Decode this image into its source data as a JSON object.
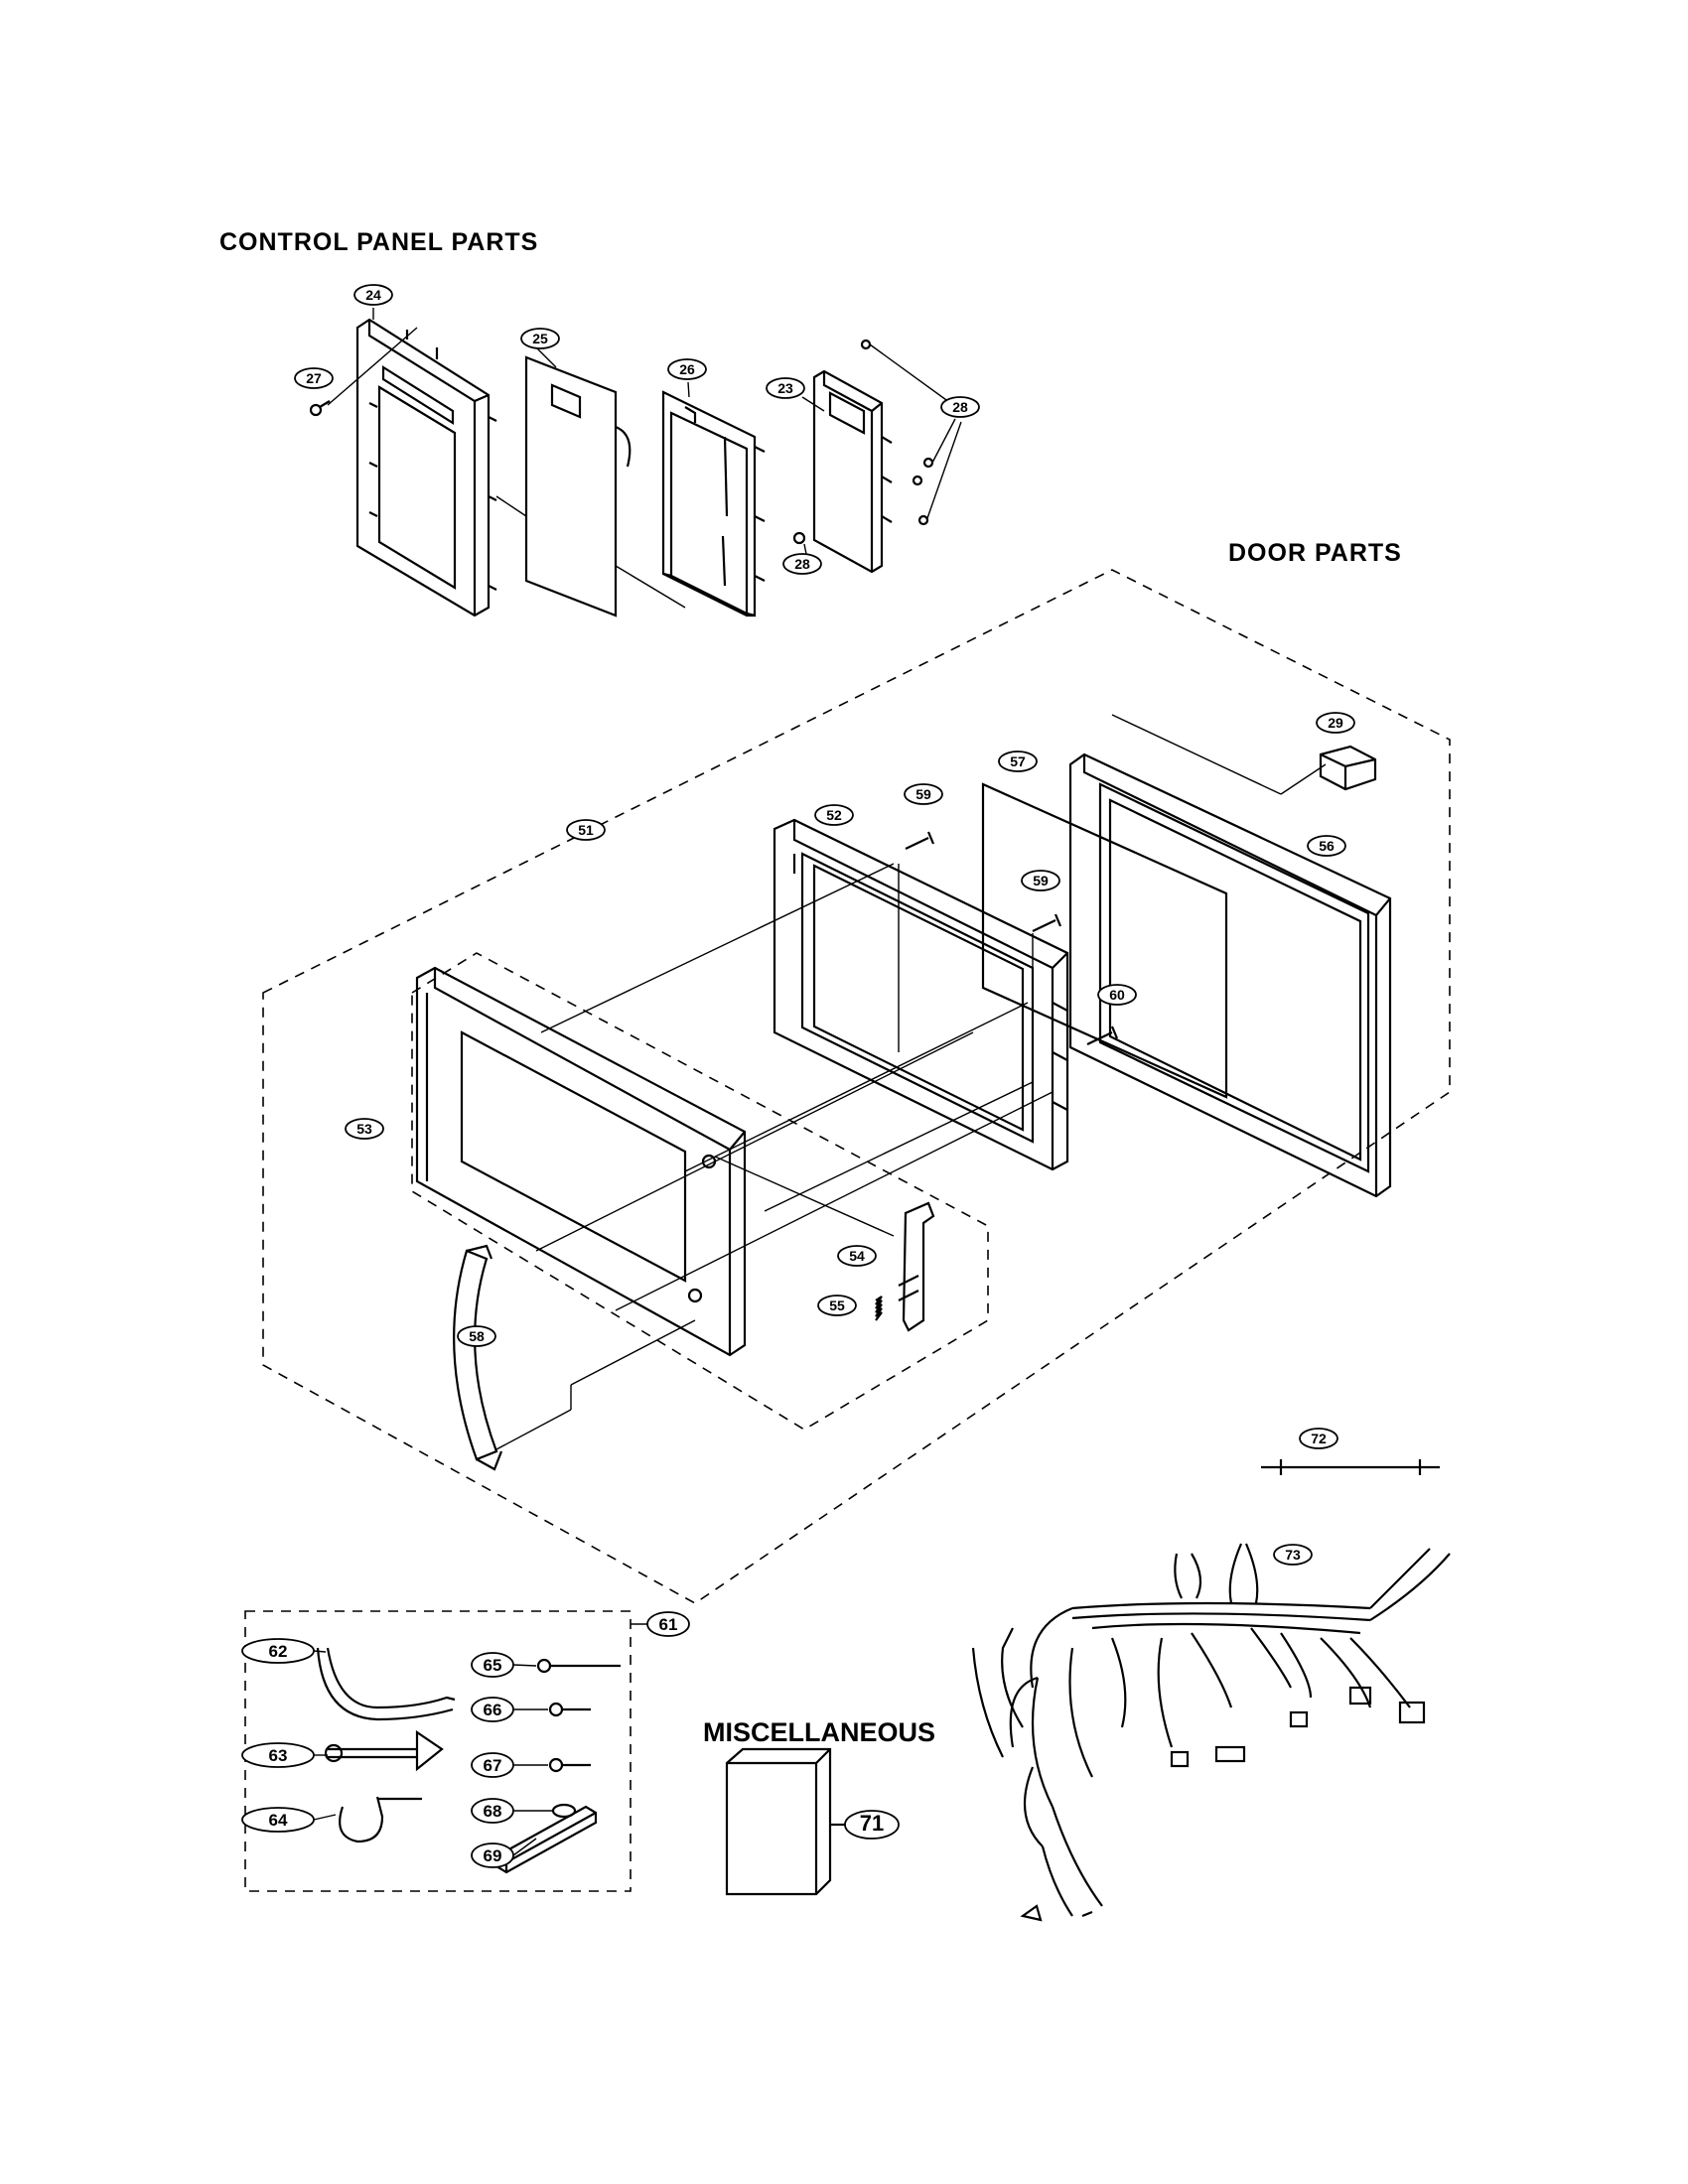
{
  "sections": {
    "control_panel": "CONTROL PANEL PARTS",
    "door": "DOOR  PARTS",
    "misc": "MISCELLANEOUS"
  },
  "callouts": [
    {
      "id": "c24",
      "text": "24"
    },
    {
      "id": "c27",
      "text": "27"
    },
    {
      "id": "c25",
      "text": "25"
    },
    {
      "id": "c26",
      "text": "26"
    },
    {
      "id": "c23",
      "text": "23"
    },
    {
      "id": "c28a",
      "text": "28"
    },
    {
      "id": "c28b",
      "text": "28"
    },
    {
      "id": "c29",
      "text": "29"
    },
    {
      "id": "c57",
      "text": "57"
    },
    {
      "id": "c59a",
      "text": "59"
    },
    {
      "id": "c52",
      "text": "52"
    },
    {
      "id": "c51",
      "text": "51"
    },
    {
      "id": "c56",
      "text": "56"
    },
    {
      "id": "c59b",
      "text": "59"
    },
    {
      "id": "c60",
      "text": "60"
    },
    {
      "id": "c53",
      "text": "53"
    },
    {
      "id": "c54",
      "text": "54"
    },
    {
      "id": "c55",
      "text": "55"
    },
    {
      "id": "c58",
      "text": "58"
    },
    {
      "id": "c72",
      "text": "72"
    },
    {
      "id": "c73",
      "text": "73"
    },
    {
      "id": "c61",
      "text": "61"
    },
    {
      "id": "c62",
      "text": "62"
    },
    {
      "id": "c65",
      "text": "65"
    },
    {
      "id": "c66",
      "text": "66"
    },
    {
      "id": "c63",
      "text": "63"
    },
    {
      "id": "c67",
      "text": "67"
    },
    {
      "id": "c64",
      "text": "64"
    },
    {
      "id": "c68",
      "text": "68"
    },
    {
      "id": "c69",
      "text": "69"
    },
    {
      "id": "c71",
      "text": "71"
    }
  ]
}
